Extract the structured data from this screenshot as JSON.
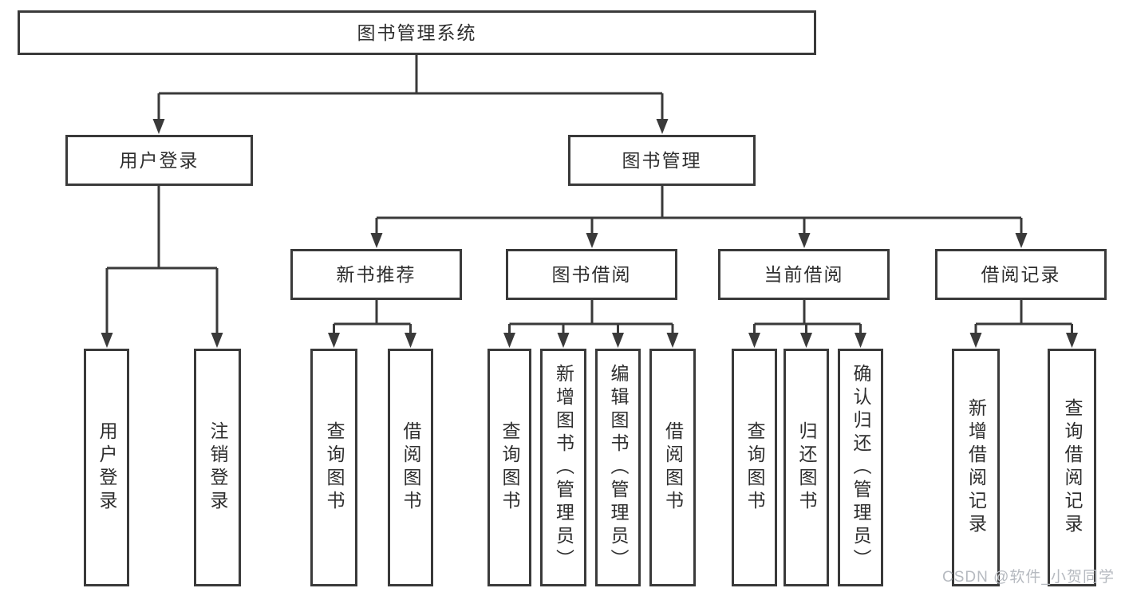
{
  "diagram": {
    "tree": {
      "label": "图书管理系统",
      "children": [
        {
          "label": "用户登录",
          "children": [
            {
              "label": "用户登录"
            },
            {
              "label": "注销登录"
            }
          ]
        },
        {
          "label": "图书管理",
          "children": [
            {
              "label": "新书推荐",
              "children": [
                {
                  "label": "查询图书"
                },
                {
                  "label": "借阅图书"
                }
              ]
            },
            {
              "label": "图书借阅",
              "children": [
                {
                  "label": "查询图书"
                },
                {
                  "label": "新增图书（管理员）"
                },
                {
                  "label": "编辑图书（管理员）"
                },
                {
                  "label": "借阅图书"
                }
              ]
            },
            {
              "label": "当前借阅",
              "children": [
                {
                  "label": "查询图书"
                },
                {
                  "label": "归还图书"
                },
                {
                  "label": "确认归还（管理员）"
                }
              ]
            },
            {
              "label": "借阅记录",
              "children": [
                {
                  "label": "新增借阅记录"
                },
                {
                  "label": "查询借阅记录"
                }
              ]
            }
          ]
        }
      ]
    }
  },
  "watermark": "CSDN @软件_小贺同学",
  "colors": {
    "line": "#3a3a3a",
    "text": "#2e2e2e",
    "watermark": "#b6bac0",
    "background": "#ffffff"
  }
}
